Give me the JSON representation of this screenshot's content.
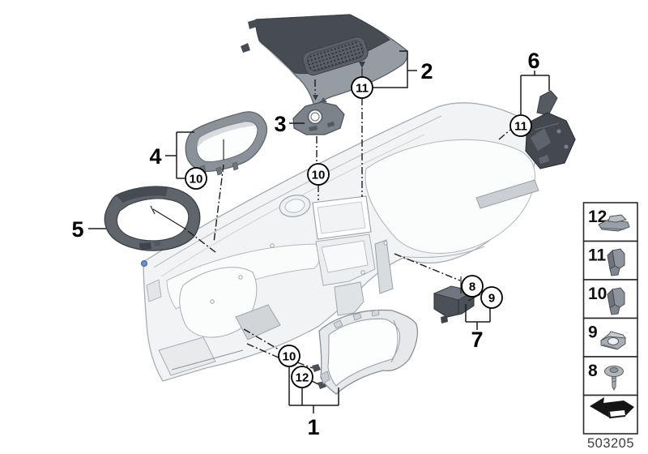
{
  "figure": {
    "drawing_number": "503205",
    "part_labels": [
      {
        "id": "1"
      },
      {
        "id": "2"
      },
      {
        "id": "3"
      },
      {
        "id": "4"
      },
      {
        "id": "5"
      },
      {
        "id": "6"
      },
      {
        "id": "7"
      }
    ],
    "callouts": [
      {
        "ref": "11"
      },
      {
        "ref": "10"
      },
      {
        "ref": "10"
      },
      {
        "ref": "11"
      },
      {
        "ref": "8"
      },
      {
        "ref": "9"
      },
      {
        "ref": "10"
      },
      {
        "ref": "12"
      }
    ],
    "colors": {
      "part_dark": "#45494f",
      "part_medium": "#8b9199",
      "outline_light": "#a8adb3",
      "callout_line": "#1a1a1a",
      "marker_blue": "#6a8fd0",
      "background": "#ffffff"
    }
  },
  "legend": {
    "items": [
      {
        "number": "12",
        "icon": "slide-clip-icon"
      },
      {
        "number": "11",
        "icon": "expansion-clip-icon"
      },
      {
        "number": "10",
        "icon": "expansion-clip-icon"
      },
      {
        "number": "9",
        "icon": "cage-nut-icon"
      },
      {
        "number": "8",
        "icon": "flange-screw-icon"
      }
    ],
    "footer_icon": "direction-arrow-icon"
  }
}
